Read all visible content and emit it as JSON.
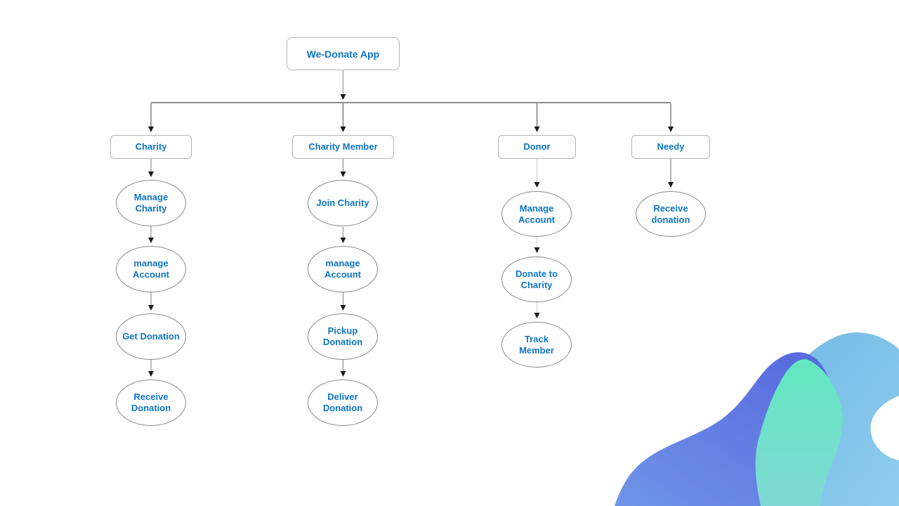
{
  "title": "We-Donate App use-case flowchart",
  "colors": {
    "accent": "#0e74c0",
    "node_border": "#b3b3b3",
    "ellipse_border": "#8a8a8a",
    "connector": "#8c8c8c",
    "connector_light": "#d9d9d9",
    "arrowhead": "#1a1a1a",
    "blob_sky_1": "#72b9e6",
    "blob_sky_2": "#8ecdee",
    "blob_purple_1": "#5666dd",
    "blob_purple_2": "#7095e8",
    "blob_teal_1": "#63e8c0",
    "blob_teal_2": "#7fd8d4"
  },
  "root": {
    "label": "We-Donate App"
  },
  "branches": [
    {
      "label": "Charity",
      "children": [
        "Manage Charity",
        "manage Account",
        "Get Donation",
        "Receive Donation"
      ]
    },
    {
      "label": "Charity Member",
      "children": [
        "Join Charity",
        "manage Account",
        "Pickup Donation",
        "Deliver Donation"
      ]
    },
    {
      "label": "Donor",
      "children": [
        "Manage Account",
        "Donate to Charity",
        "Track Member"
      ]
    },
    {
      "label": "Needy",
      "children": [
        "Receive donation"
      ]
    }
  ]
}
